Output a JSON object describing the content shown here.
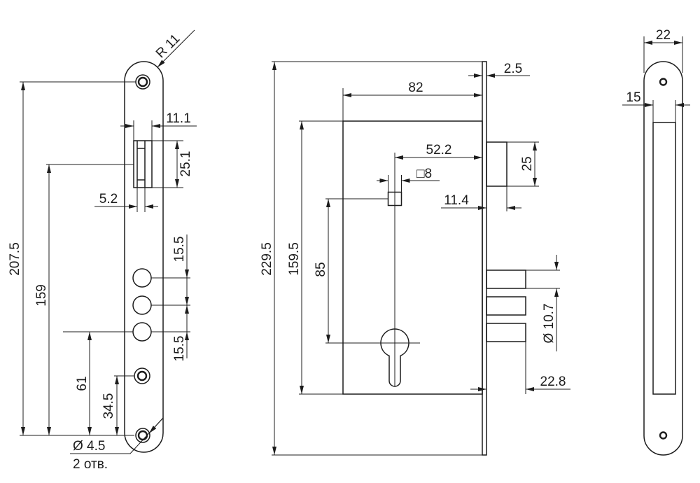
{
  "faceplate_view": {
    "radius": "R 11",
    "slot_width": "11.1",
    "slot_height": "25.1",
    "latch_width": "5.2",
    "hole_to_hole": "207.5",
    "latch_to_hole": "159",
    "spacing_upper": "15.5",
    "spacing_lower": "15.5",
    "lower_to_hole": "61",
    "small_to_hole": "34.5",
    "hole_diameter": "Ø 4.5",
    "hole_count": "2 отв."
  },
  "body_view": {
    "overall_height": "229.5",
    "body_height": "159.5",
    "centre_distance": "85",
    "body_depth": "82",
    "plate_thickness": "2.5",
    "backset": "52.2",
    "spindle": "□8",
    "latch_height": "25",
    "latch_projection": "11.4",
    "bolt_diameter": "Ø 10.7",
    "bolt_projection": "22.8"
  },
  "edge_view": {
    "plate_width": "22",
    "inner_width": "15"
  }
}
